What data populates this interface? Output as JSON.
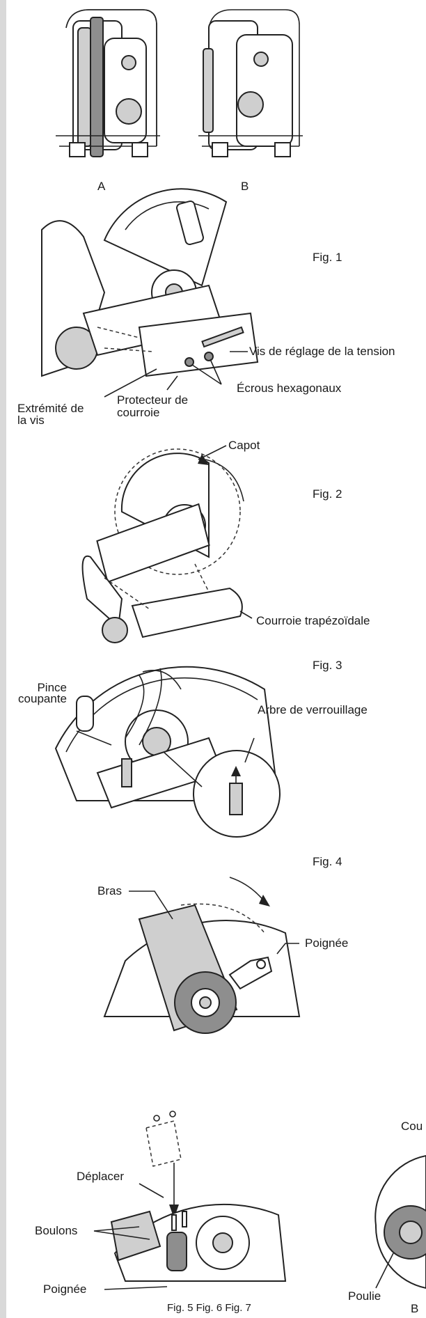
{
  "panel_labels": {
    "a": "A",
    "b": "B"
  },
  "fig1": {
    "caption": "Fig. 1",
    "labels": {
      "tension_screw": "Vis de réglage de la tension",
      "hex_nuts": "Écrous hexagonaux",
      "screw_end": "Extrémité de\nla vis",
      "belt_guard": "Protecteur de\ncourroie"
    }
  },
  "fig2": {
    "caption": "Fig. 2",
    "labels": {
      "cover": "Capot",
      "v_belt": "Courroie trapézoïdale"
    }
  },
  "fig3": {
    "caption": "Fig. 3",
    "labels": {
      "pliers": "Pince\ncoupante",
      "lock_shaft": "Arbre de verrouillage"
    }
  },
  "fig4": {
    "caption": "Fig. 4",
    "labels": {
      "arm": "Bras",
      "handle": "Poignée"
    }
  },
  "fig5": {
    "labels": {
      "move": "Déplacer",
      "bolts": "Boulons",
      "handle": "Poignée",
      "cou_cut": "Cou",
      "pulley": "Poulie",
      "b_cut": "B"
    }
  },
  "footer_caption": "Fig. 5 Fig. 6 Fig. 7"
}
